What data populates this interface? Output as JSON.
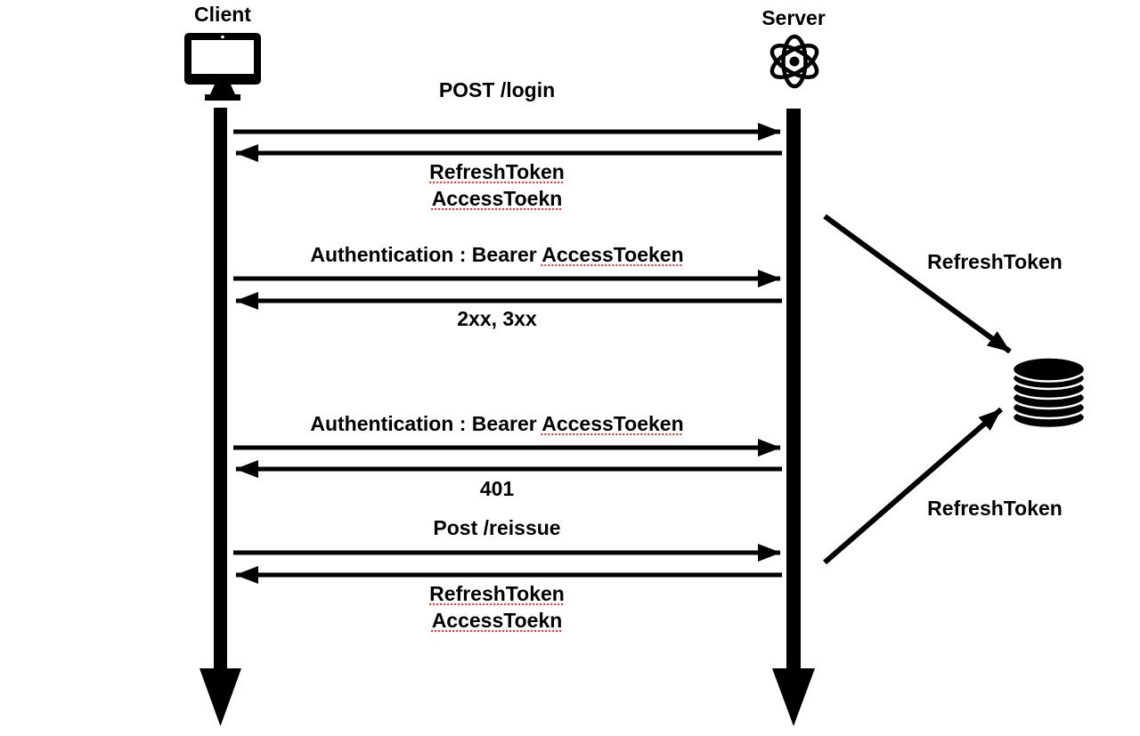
{
  "colors": {
    "ink": "#000000",
    "background": "#ffffff",
    "spellcheck_underline": "#ff2222"
  },
  "actors": {
    "client": {
      "label": "Client",
      "icon": "monitor-icon"
    },
    "server": {
      "label": "Server",
      "icon": "atom-icon"
    }
  },
  "messages": {
    "login_request": {
      "label": "POST /login",
      "direction": "client-to-server"
    },
    "login_response": {
      "line1": "RefreshToken",
      "line2": "AccessToekn",
      "direction": "server-to-client"
    },
    "auth_request_1": {
      "prefix": "Authentication : Bearer",
      "token": "AccessToeken",
      "direction": "client-to-server"
    },
    "auth_response_1": {
      "label": "2xx, 3xx",
      "direction": "server-to-client"
    },
    "auth_request_2": {
      "prefix": "Authentication : Bearer",
      "token": "AccessToeken",
      "direction": "client-to-server"
    },
    "auth_response_2": {
      "label": "401",
      "direction": "server-to-client"
    },
    "reissue_request": {
      "label": "Post /reissue",
      "direction": "client-to-server"
    },
    "reissue_response": {
      "line1": "RefreshToken",
      "line2": "AccessToekn",
      "direction": "server-to-client"
    }
  },
  "token_store": {
    "icon": "database-icon",
    "save_label": "RefreshToken",
    "load_label": "RefreshToken"
  }
}
